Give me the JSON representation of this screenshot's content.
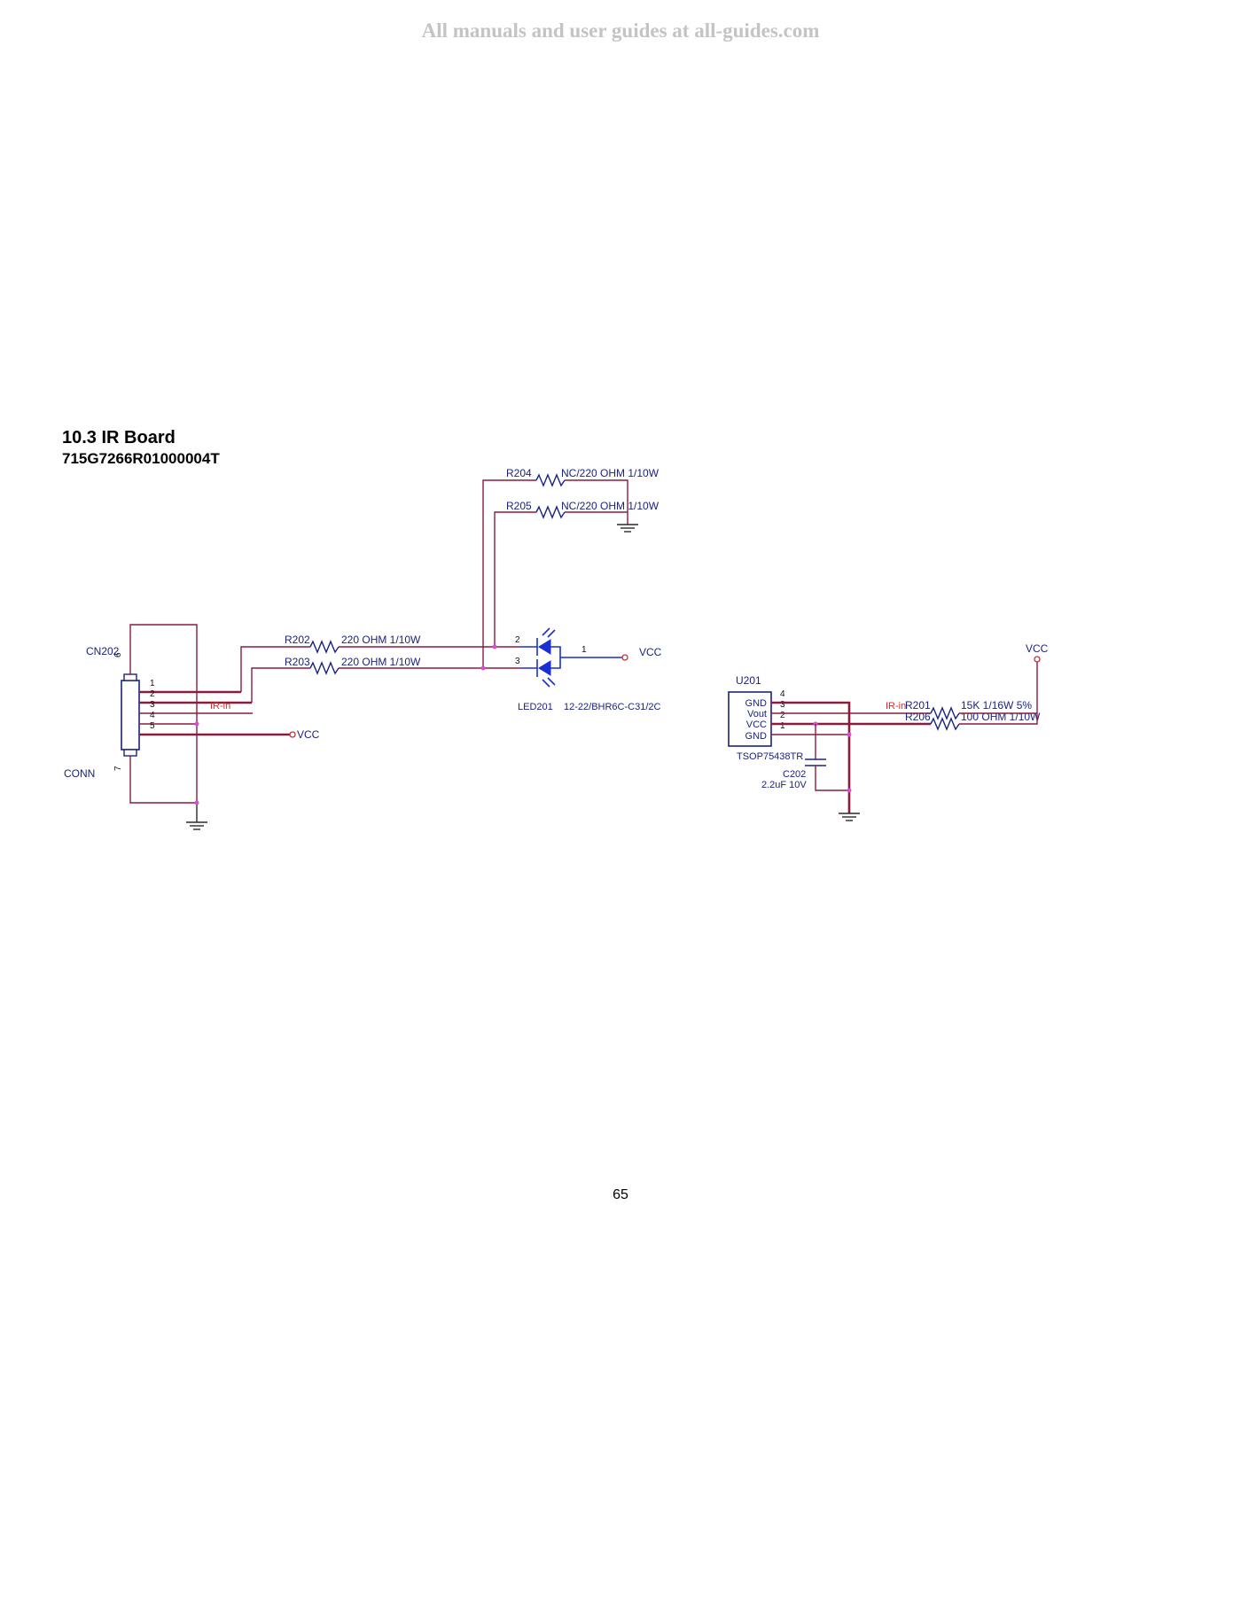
{
  "watermark": "All manuals and user guides at all-guides.com",
  "title": "10.3 IR Board",
  "part_number": "715G7266R01000004T",
  "page_number": "65",
  "components": {
    "r204": {
      "ref": "R204",
      "value": "NC/220 OHM 1/10W"
    },
    "r205": {
      "ref": "R205",
      "value": "NC/220 OHM 1/10W"
    },
    "r202": {
      "ref": "R202",
      "value": "220 OHM 1/10W"
    },
    "r203": {
      "ref": "R203",
      "value": "220 OHM 1/10W"
    },
    "led201": {
      "ref": "LED201",
      "value": "12-22/BHR6C-C31/2C",
      "pin_1": "1",
      "pin_2": "2",
      "pin_3": "3"
    },
    "cn202": {
      "ref": "CN202",
      "type": "CONN",
      "pins": [
        "1",
        "2",
        "3",
        "4",
        "5"
      ],
      "pin_6": "6",
      "pin_7": "7"
    },
    "u201": {
      "ref": "U201",
      "part": "TSOP75438TR",
      "pin_names": [
        "GND",
        "Vout",
        "VCC",
        "GND"
      ],
      "pin_numbers": [
        "4",
        "3",
        "2",
        "1"
      ]
    },
    "r201": {
      "ref": "R201",
      "value": "15K 1/16W 5%"
    },
    "r206": {
      "ref": "R206",
      "value": "100 OHM 1/10W"
    },
    "c202": {
      "ref": "C202",
      "value": "2.2uF 10V"
    }
  },
  "nets": {
    "vcc": "VCC",
    "ir_in": "IR-in"
  }
}
